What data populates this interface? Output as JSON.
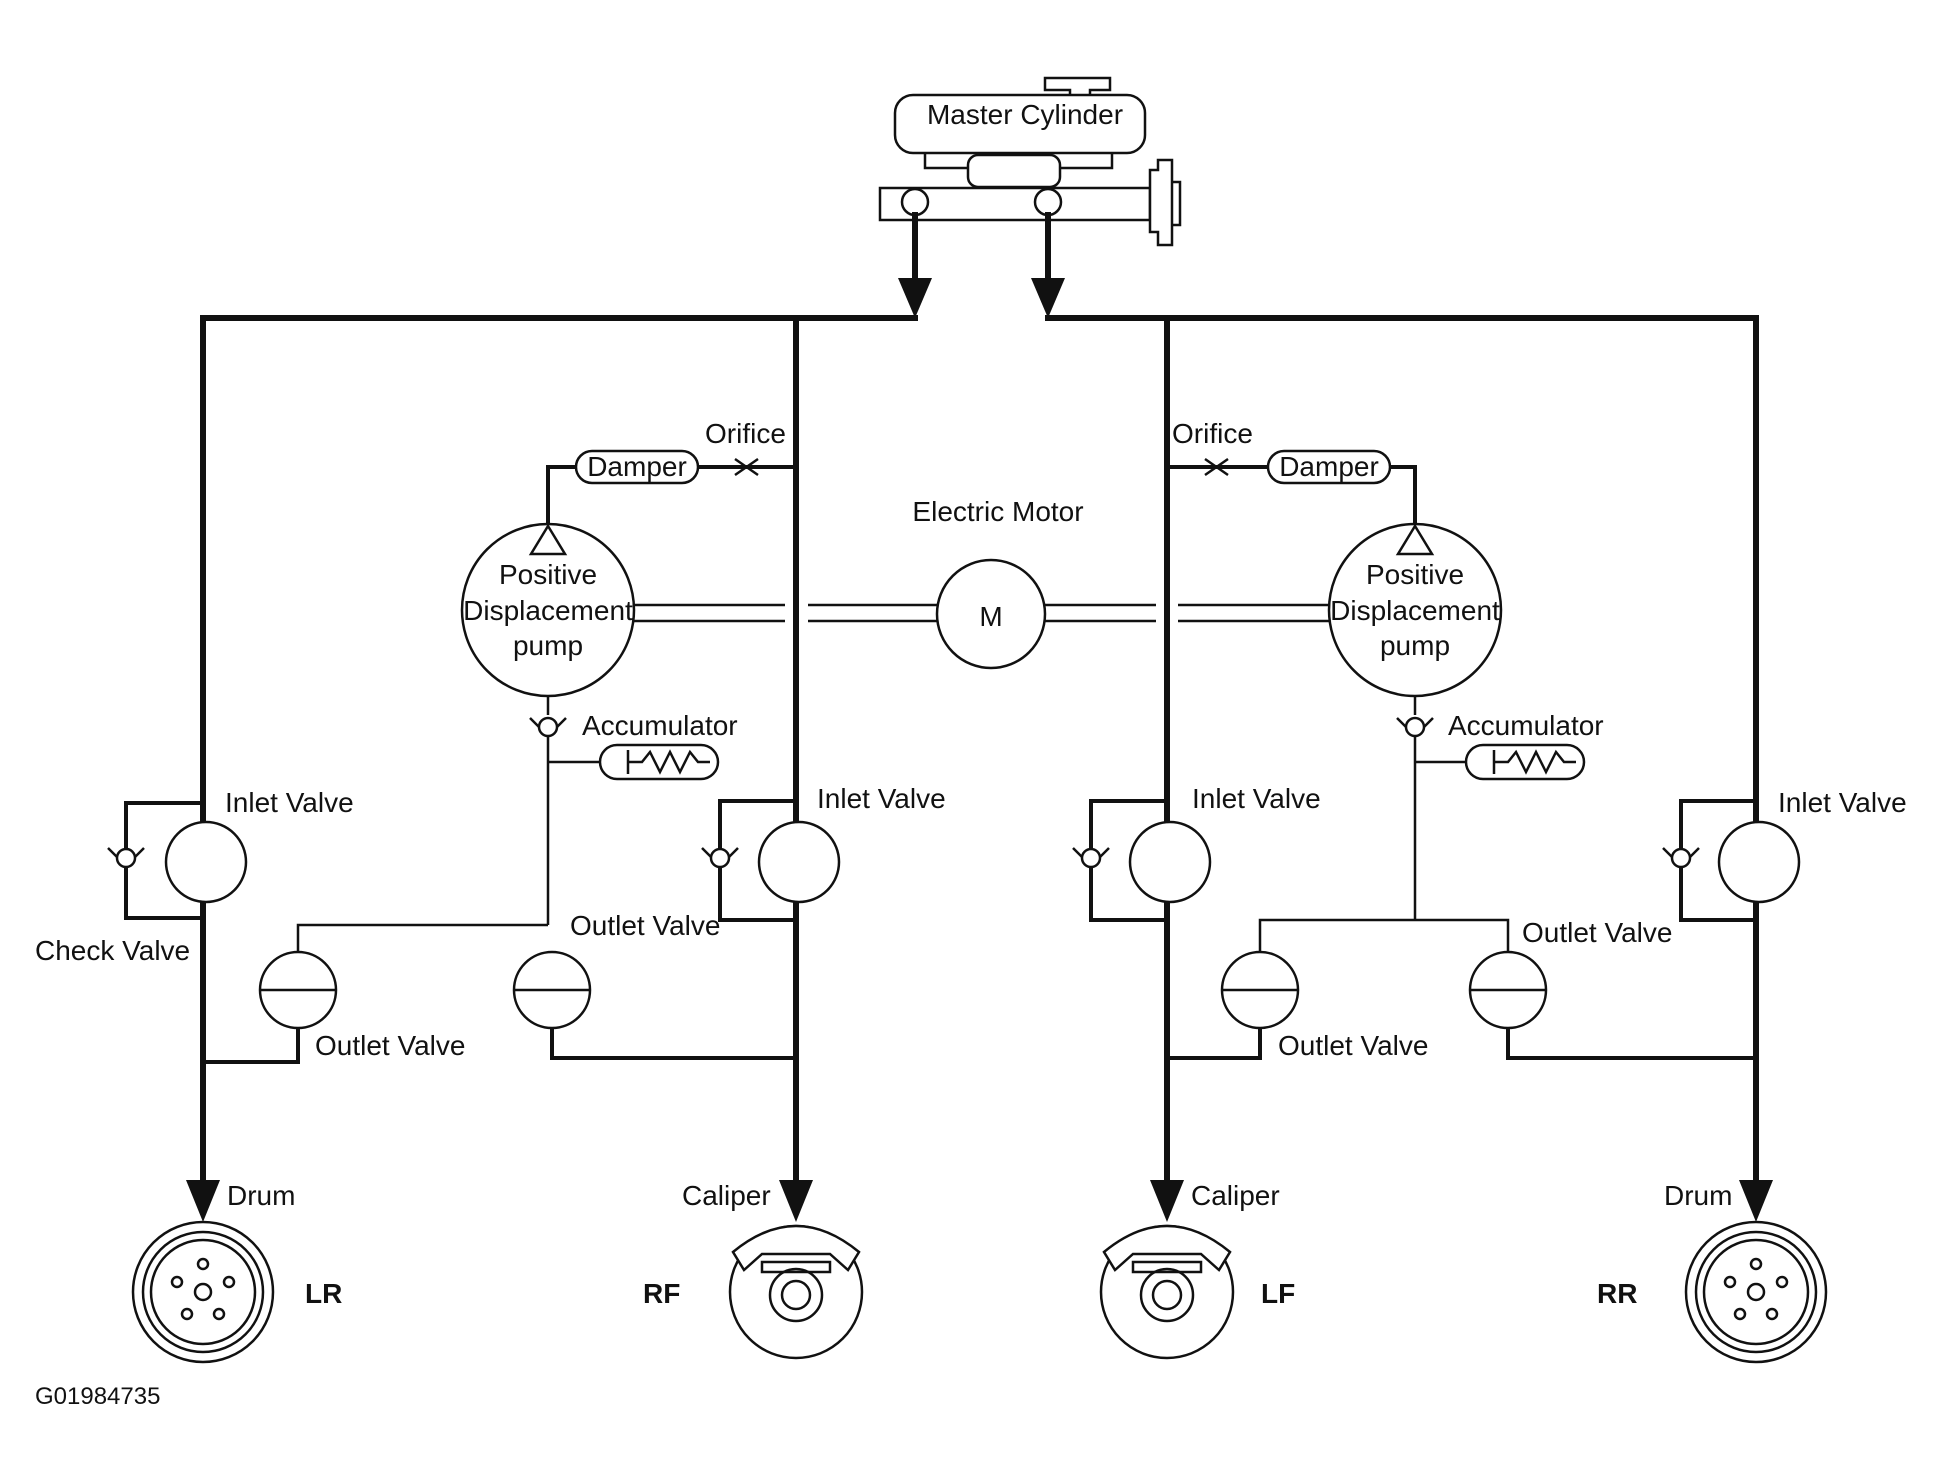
{
  "labels": {
    "master_cylinder": "Master Cylinder",
    "electric_motor": "Electric Motor",
    "motor_symbol": "M",
    "orifice": "Orifice",
    "damper": "Damper",
    "pump_line1": "Positive",
    "pump_line2": "Displacement",
    "pump_line3": "pump",
    "accumulator": "Accumulator",
    "inlet_valve": "Inlet Valve",
    "outlet_valve": "Outlet Valve",
    "check_valve": "Check Valve",
    "drum": "Drum",
    "caliper": "Caliper",
    "wheel_lr": "LR",
    "wheel_rf": "RF",
    "wheel_lf": "LF",
    "wheel_rr": "RR",
    "figure_id": "G01984735"
  }
}
